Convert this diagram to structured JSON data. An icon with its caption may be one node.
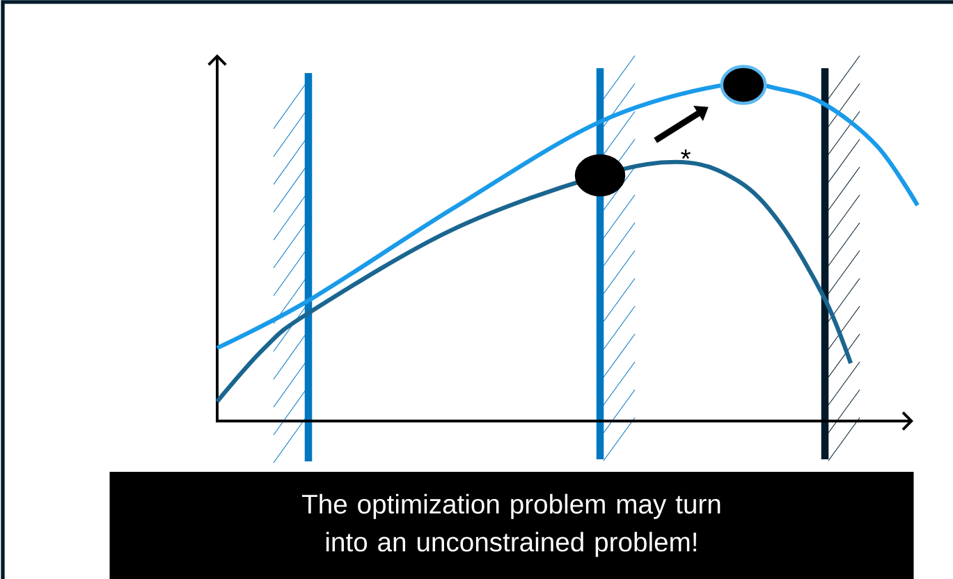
{
  "diagram": {
    "nodes": [
      {
        "text": [
          "The optimization problem may turn into an unconstrained problem!"
        ]
      },
      {
        "text": [],
        "shape": "circle"
      },
      {
        "text": [],
        "shape": "circle"
      }
    ],
    "edges": [
      {
        "from": 1,
        "to": 2,
        "arrow": "to"
      }
    ],
    "labels": [
      "*"
    ]
  }
}
